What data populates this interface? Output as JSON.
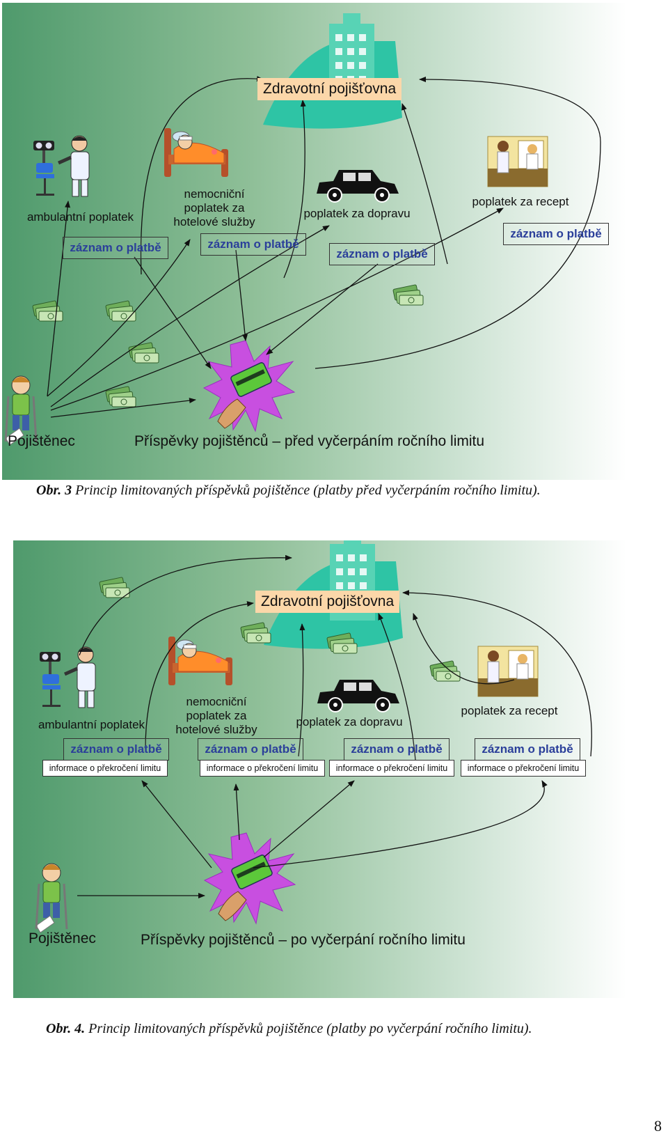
{
  "figure1": {
    "insurer": "Zdravotní pojišťovna",
    "services": {
      "outpatient": "ambulantní poplatek",
      "hospital": "nemocniční poplatek za hotelové služby",
      "transport": "poplatek za dopravu",
      "prescription": "poplatek za recept"
    },
    "record": "záznam o platbě",
    "insured": "Pojištěnec",
    "contributions": "Příspěvky pojištěnců – před vyčerpáním ročního limitu"
  },
  "caption1": {
    "label": "Obr. 3",
    "text": " Princip limitovaných příspěvků pojištěnce (platby před vyčerpáním ročního limitu)."
  },
  "figure2": {
    "insurer": "Zdravotní pojišťovna",
    "services": {
      "outpatient": "ambulantní poplatek",
      "hospital": "nemocniční poplatek za hotelové služby",
      "transport": "poplatek za dopravu",
      "prescription": "poplatek za recept"
    },
    "record": "záznam o platbě",
    "limit_info": "informace o překročení limitu",
    "insured": "Pojištěnec",
    "contributions": "Příspěvky pojištěnců – po vyčerpání ročního limitu"
  },
  "caption2": {
    "label": "Obr. 4.",
    "text": " Princip limitovaných příspěvků pojištěnce (platby po vyčerpání ročního limitu)."
  },
  "page_number": "8",
  "colors": {
    "gradient_dark": "#4f9a6c",
    "insurer_box": "#fbd7a9",
    "record_text": "#2b3f9a",
    "building": "#2ec4a5",
    "burst": "#c84fe0"
  }
}
